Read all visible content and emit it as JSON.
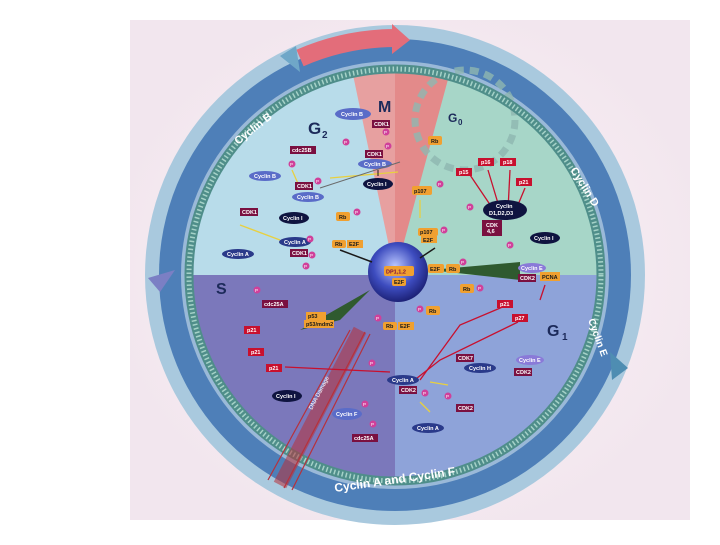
{
  "ring_labels": {
    "cyclin_b": "Cyclin B",
    "cyclin_d": "Cyclin D",
    "cyclin_e": "Cyclin E",
    "cyclin_a_f": "Cyclin A and Cyclin F"
  },
  "phases": {
    "m": "M",
    "g0": "G",
    "g0_sub": "0",
    "g1": "G",
    "g1_sub": "1",
    "g2": "G",
    "g2_sub": "2",
    "s": "S"
  },
  "nodes": {
    "cyclin_b_m": "Cyclin B",
    "cdk1_m": "CDK1",
    "p_m1": "P",
    "cdk1_m2": "CDK1",
    "cyclin_b_m2": "Cyclin B",
    "cyclin_i_m": "Cyclin I",
    "rb_g0": "Rb",
    "p16": "p16",
    "p18": "p18",
    "p15": "p15",
    "p21_g1a": "p21",
    "p107_top": "p107",
    "cyclin_d123": "Cyclin",
    "cyclin_d123_b": "D1,D2,D3",
    "cdk46": "CDK",
    "cdk46_b": "4,6",
    "cyclin_i_g1": "Cyclin I",
    "p107_e2f": "p107",
    "e2f_a": "E2F",
    "cdc25b": "cdc25B",
    "cyclin_b_g2": "Cyclin B",
    "cdk1_g2": "CDK1",
    "cyclin_b_g2b": "Cyclin B",
    "cdk1_g2b": "CDK1",
    "cyclin_i_g2": "Cyclin I",
    "rb_g2": "Rb",
    "cyclin_a_g2": "Cyclin A",
    "cdk1_g2c": "CDK1",
    "cyclin_a_g2b": "Cyclin A",
    "rb_e2f_a": "Rb",
    "e2f_b": "E2F",
    "dp": "DP1,1,2",
    "e2f_c": "E2F",
    "e2f_rb": "E2F",
    "rb_c": "Rb",
    "rb_d": "Rb",
    "cdk2_g1": "CDK2",
    "cyclin_e_g1": "Cyclin E",
    "pcna": "PCNA",
    "p21_g1b": "p21",
    "p27": "p27",
    "cdc25a_s": "cdc25A",
    "p53": "p53",
    "p53_mdm2": "p53/mdm2",
    "p21_s1": "p21",
    "p21_s2": "p21",
    "p21_s3": "p21",
    "rb_s": "Rb",
    "rb_e2f_s": "Rb",
    "e2f_s": "E2F",
    "cdk7": "CDK7",
    "cyclin_h": "Cyclin H",
    "cyclin_e_s": "Cyclin E",
    "cdk2_s": "CDK2",
    "cyclin_a_s": "Cyclin A",
    "cdk2_s2": "CDK2",
    "cyclin_i_s": "Cyclin I",
    "cyclin_f": "Cyclin F",
    "cdk2_s3": "CDK2",
    "cyclin_a_s2": "Cyclin A",
    "cdc25a_s2": "cdc25A",
    "dna_damage": "DNA Damage",
    "p": "P"
  },
  "colors": {
    "outer_ring": "#5a8fc4",
    "inner_ring": "#3b5aa0",
    "bead_band": "#4f8e8a",
    "m_sector": "#e38a8a",
    "g0_sector": "#9fcfc4",
    "g1_sector": "#8fa6d8",
    "s_sector": "#7a77b8",
    "g2_sector": "#b7d8e6",
    "cdk": "#7a1040",
    "cyclin": "#2a3a8a",
    "rb": "#f0a030",
    "p": "#d0409a",
    "p21": "#c8102e"
  }
}
